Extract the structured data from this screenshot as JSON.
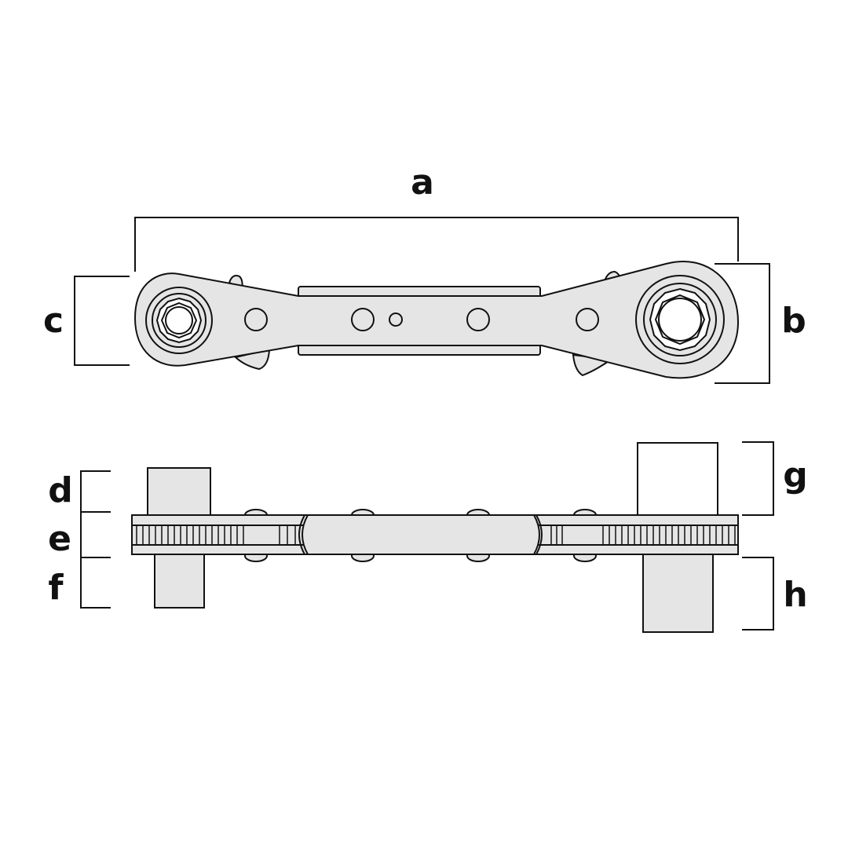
{
  "labels": {
    "a": "a",
    "b": "b",
    "c": "c",
    "d": "d",
    "e": "e",
    "f": "f",
    "g": "g",
    "h": "h"
  },
  "colors": {
    "fill": "#e5e5e5",
    "stroke": "#111111",
    "background": "#ffffff"
  }
}
